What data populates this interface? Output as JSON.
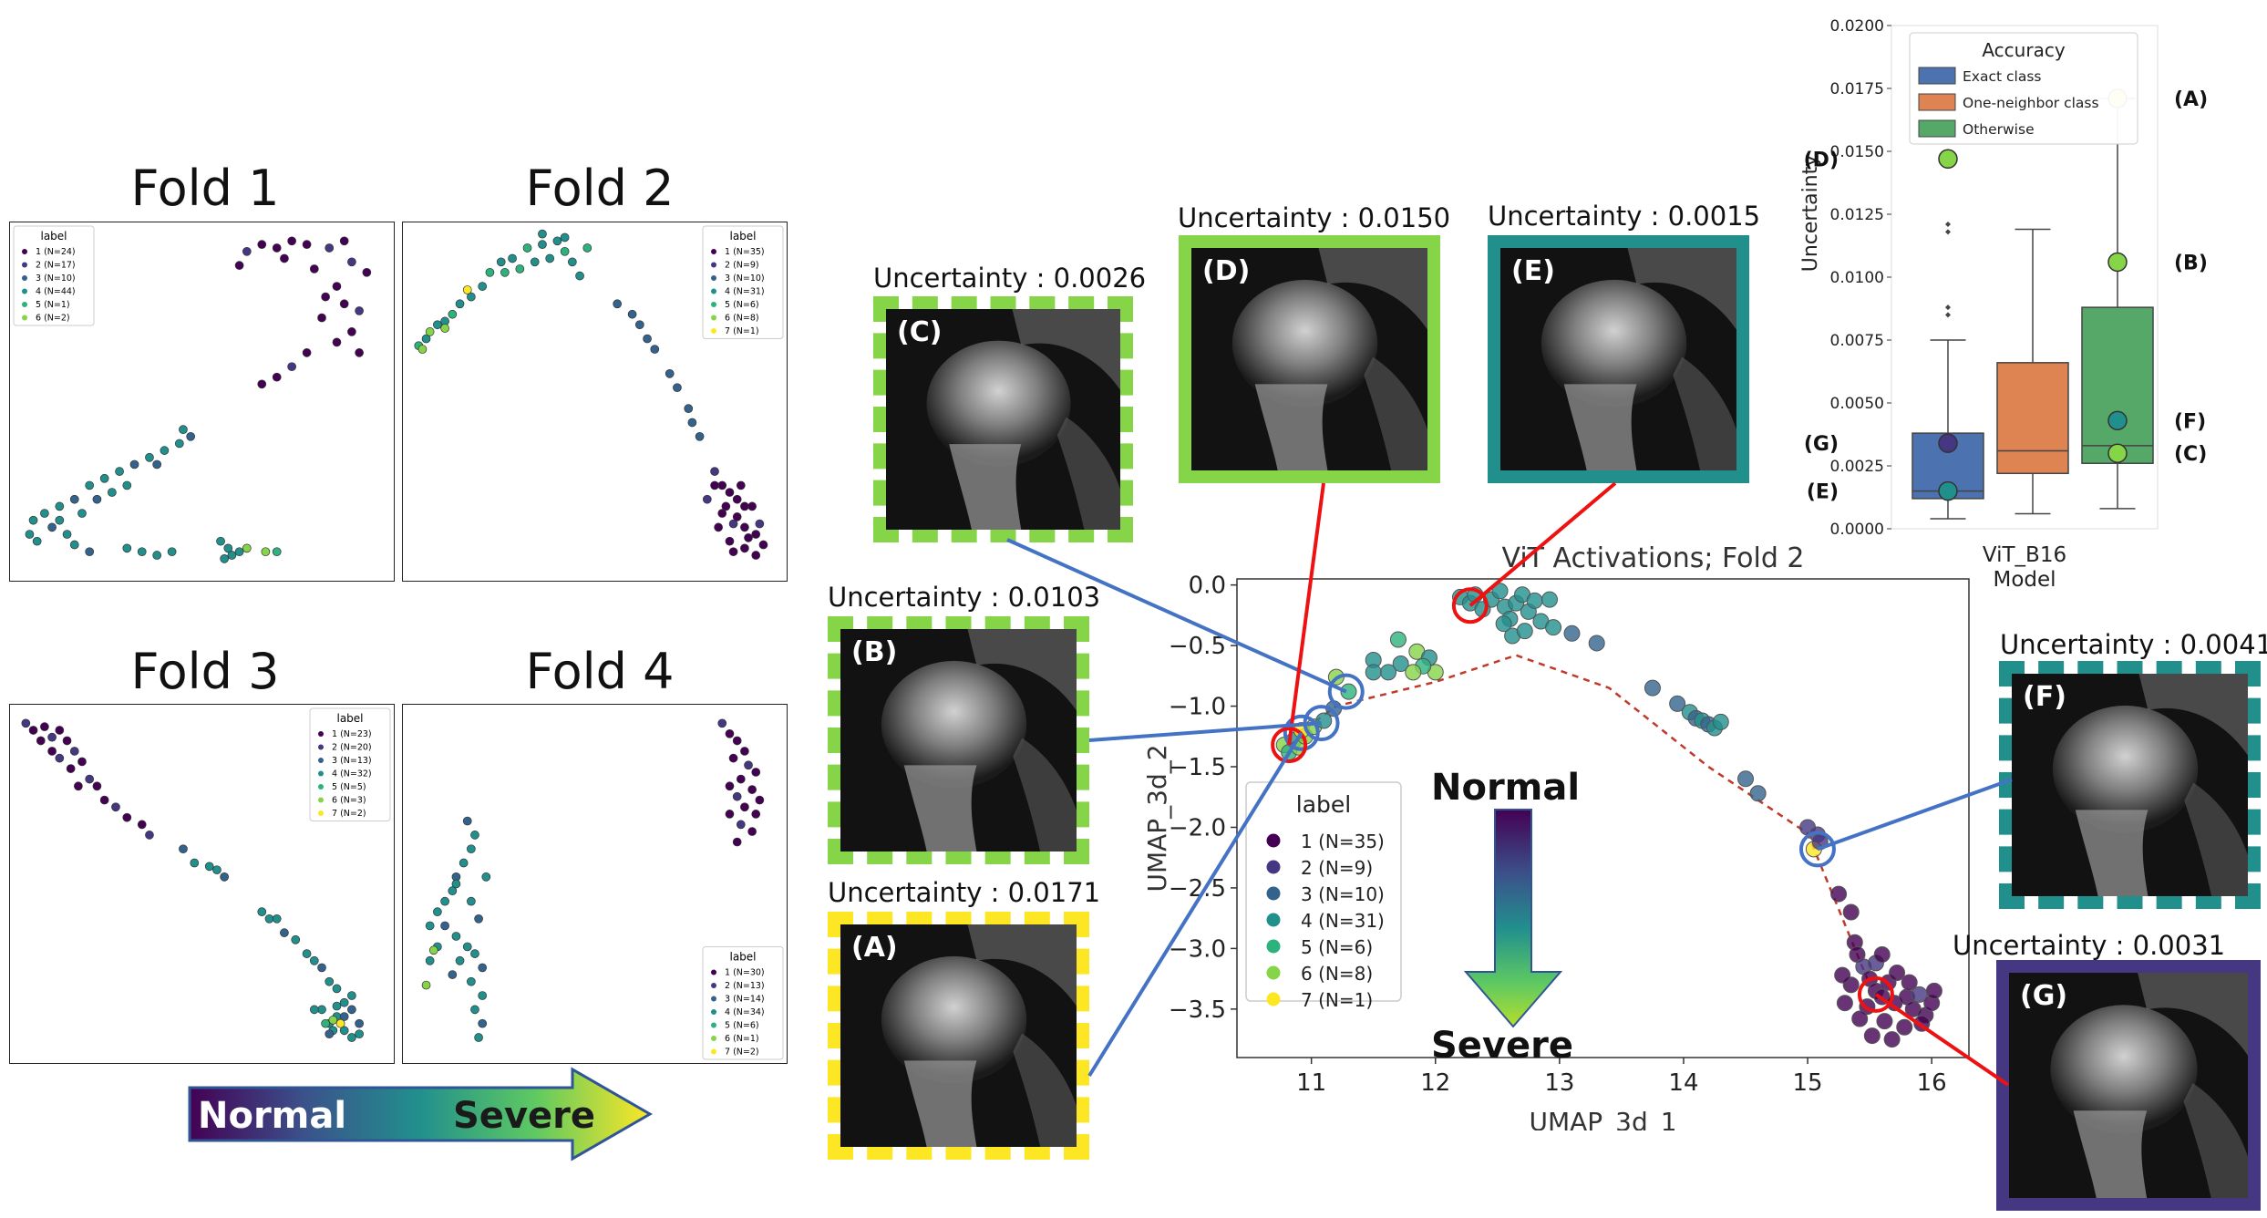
{
  "colors": {
    "viridis": [
      "#440154",
      "#453781",
      "#33638d",
      "#21908d",
      "#2db27d",
      "#86d549",
      "#fde725"
    ],
    "exact": "#4c72b0",
    "neighbor": "#dd8452",
    "otherwise": "#55a868",
    "highlight_red": "#ee1111",
    "highlight_blue": "#4472c4",
    "trend": "#c0392b"
  },
  "folds": [
    {
      "title": "Fold 1",
      "legend_title": "label",
      "legend": [
        "1 (N=24)",
        "2 (N=17)",
        "3 (N=10)",
        "4 (N=44)",
        "5 (N=1)",
        "6 (N=2)"
      ],
      "legend_pos": "top-left"
    },
    {
      "title": "Fold 2",
      "legend_title": "label",
      "legend": [
        "1 (N=35)",
        "2 (N=9)",
        "3 (N=10)",
        "4 (N=31)",
        "5 (N=6)",
        "6 (N=8)",
        "7 (N=1)"
      ],
      "legend_pos": "top-right"
    },
    {
      "title": "Fold 3",
      "legend_title": "label",
      "legend": [
        "1 (N=23)",
        "2 (N=20)",
        "3 (N=13)",
        "4 (N=32)",
        "5 (N=5)",
        "6 (N=3)",
        "7 (N=2)"
      ],
      "legend_pos": "top-right"
    },
    {
      "title": "Fold 4",
      "legend_title": "label",
      "legend": [
        "1 (N=30)",
        "2 (N=13)",
        "3 (N=14)",
        "4 (N=34)",
        "5 (N=6)",
        "6 (N=1)",
        "7 (N=2)"
      ],
      "legend_pos": "bottom-right"
    }
  ],
  "gradient_arrow": {
    "left_label": "Normal",
    "right_label": "Severe"
  },
  "vertical_arrow": {
    "top_label": "Normal",
    "bottom_label": "Severe"
  },
  "thumbnails": [
    {
      "tag": "(C)",
      "uncertainty": "Uncertainty : 0.0026",
      "border": "dashed",
      "color": "#86d549"
    },
    {
      "tag": "(D)",
      "uncertainty": "Uncertainty : 0.0150",
      "border": "solid",
      "color": "#86d549"
    },
    {
      "tag": "(E)",
      "uncertainty": "Uncertainty : 0.0015",
      "border": "solid",
      "color": "#21908d"
    },
    {
      "tag": "(B)",
      "uncertainty": "Uncertainty : 0.0103",
      "border": "dashed",
      "color": "#86d549"
    },
    {
      "tag": "(A)",
      "uncertainty": "Uncertainty : 0.0171",
      "border": "dashed",
      "color": "#fde725"
    },
    {
      "tag": "(F)",
      "uncertainty": "Uncertainty : 0.0041",
      "border": "dashed",
      "color": "#21908d"
    },
    {
      "tag": "(G)",
      "uncertainty": "Uncertainty : 0.0031",
      "border": "solid",
      "color": "#453781"
    }
  ],
  "chart_data": [
    {
      "type": "scatter",
      "title": "ViT Activations; Fold 2",
      "xlabel": "UMAP_3d_1",
      "ylabel": "UMAP_3d_2",
      "xlim": [
        10.4,
        16.3
      ],
      "ylim": [
        -3.9,
        0.05
      ],
      "xticks": [
        11,
        12,
        13,
        14,
        15,
        16
      ],
      "yticks": [
        0.0,
        -0.5,
        -1.0,
        -1.5,
        -2.0,
        -2.5,
        -3.0,
        -3.5
      ],
      "xtick_labels": [
        "11",
        "12",
        "13",
        "14",
        "15",
        "16"
      ],
      "ytick_labels": [
        "0.0",
        "−0.5",
        "−1.0",
        "−1.5",
        "−2.0",
        "−2.5",
        "−3.0",
        "−3.5"
      ],
      "legend_title": "label",
      "legend": [
        "1 (N=35)",
        "2 (N=9)",
        "3 (N=10)",
        "4 (N=31)",
        "5 (N=6)",
        "6 (N=8)",
        "7 (N=1)"
      ],
      "legend_pos": "lower-left",
      "trend_line": [
        [
          10.8,
          -1.3
        ],
        [
          11.2,
          -1.0
        ],
        [
          12.0,
          -0.8
        ],
        [
          12.65,
          -0.58
        ],
        [
          13.4,
          -0.85
        ],
        [
          14.2,
          -1.5
        ],
        [
          15.0,
          -2.05
        ],
        [
          15.5,
          -3.3
        ]
      ],
      "highlights": [
        {
          "tag": "C",
          "x": 11.28,
          "y": -0.88,
          "ring": "blue"
        },
        {
          "tag": "B",
          "x": 11.08,
          "y": -1.14,
          "ring": "blue"
        },
        {
          "tag": "A",
          "x": 10.92,
          "y": -1.22,
          "ring": "blue"
        },
        {
          "tag": "D",
          "x": 10.82,
          "y": -1.32,
          "ring": "red"
        },
        {
          "tag": "E",
          "x": 12.28,
          "y": -0.17,
          "ring": "red"
        },
        {
          "tag": "F",
          "x": 15.08,
          "y": -2.18,
          "ring": "blue"
        },
        {
          "tag": "G",
          "x": 15.55,
          "y": -3.38,
          "ring": "red"
        }
      ],
      "points": [
        [
          10.78,
          -1.32,
          6
        ],
        [
          10.82,
          -1.38,
          5
        ],
        [
          10.86,
          -1.28,
          4
        ],
        [
          10.9,
          -1.34,
          6
        ],
        [
          10.95,
          -1.25,
          6
        ],
        [
          10.92,
          -1.2,
          7
        ],
        [
          11.02,
          -1.17,
          6
        ],
        [
          11.1,
          -1.12,
          4
        ],
        [
          11.18,
          -1.02,
          3
        ],
        [
          11.3,
          -0.88,
          5
        ],
        [
          11.2,
          -0.76,
          6
        ],
        [
          11.5,
          -0.62,
          4
        ],
        [
          11.7,
          -0.45,
          5
        ],
        [
          11.85,
          -0.55,
          6
        ],
        [
          11.95,
          -0.6,
          4
        ],
        [
          12.0,
          -0.72,
          6
        ],
        [
          11.9,
          -0.67,
          5
        ],
        [
          11.72,
          -0.65,
          4
        ],
        [
          11.62,
          -0.72,
          4
        ],
        [
          11.82,
          -0.72,
          6
        ],
        [
          11.5,
          -0.72,
          4
        ],
        [
          12.2,
          -0.1,
          4
        ],
        [
          12.28,
          -0.15,
          4
        ],
        [
          12.32,
          -0.08,
          4
        ],
        [
          12.38,
          -0.2,
          4
        ],
        [
          12.45,
          -0.12,
          4
        ],
        [
          12.52,
          -0.05,
          4
        ],
        [
          12.56,
          -0.18,
          4
        ],
        [
          12.6,
          -0.28,
          4
        ],
        [
          12.65,
          -0.15,
          4
        ],
        [
          12.7,
          -0.08,
          4
        ],
        [
          12.75,
          -0.22,
          4
        ],
        [
          12.8,
          -0.13,
          4
        ],
        [
          12.85,
          -0.3,
          4
        ],
        [
          12.92,
          -0.12,
          4
        ],
        [
          12.62,
          -0.42,
          4
        ],
        [
          12.55,
          -0.32,
          4
        ],
        [
          12.95,
          -0.35,
          4
        ],
        [
          12.72,
          -0.38,
          4
        ],
        [
          13.1,
          -0.4,
          3
        ],
        [
          13.3,
          -0.48,
          3
        ],
        [
          13.75,
          -0.85,
          3
        ],
        [
          13.95,
          -0.98,
          3
        ],
        [
          14.05,
          -1.05,
          4
        ],
        [
          14.1,
          -1.1,
          3
        ],
        [
          14.15,
          -1.12,
          4
        ],
        [
          14.2,
          -1.15,
          3
        ],
        [
          14.25,
          -1.18,
          4
        ],
        [
          14.3,
          -1.13,
          4
        ],
        [
          14.5,
          -1.6,
          3
        ],
        [
          14.6,
          -1.72,
          3
        ],
        [
          15.0,
          -2.0,
          2
        ],
        [
          15.08,
          -2.06,
          2
        ],
        [
          15.05,
          -2.18,
          7
        ],
        [
          15.1,
          -2.12,
          2
        ],
        [
          15.25,
          -2.55,
          1
        ],
        [
          15.35,
          -2.7,
          1
        ],
        [
          15.38,
          -2.95,
          1
        ],
        [
          15.4,
          -3.05,
          1
        ],
        [
          15.45,
          -3.15,
          2
        ],
        [
          15.5,
          -3.25,
          1
        ],
        [
          15.55,
          -3.35,
          1
        ],
        [
          15.6,
          -3.4,
          1
        ],
        [
          15.65,
          -3.28,
          1
        ],
        [
          15.7,
          -3.45,
          1
        ],
        [
          15.8,
          -3.4,
          1
        ],
        [
          15.85,
          -3.5,
          1
        ],
        [
          15.9,
          -3.38,
          2
        ],
        [
          15.95,
          -3.55,
          1
        ],
        [
          16.0,
          -3.45,
          1
        ],
        [
          15.62,
          -3.6,
          1
        ],
        [
          15.48,
          -3.48,
          1
        ],
        [
          15.72,
          -3.2,
          1
        ],
        [
          15.35,
          -3.3,
          1
        ],
        [
          15.42,
          -3.58,
          1
        ],
        [
          15.55,
          -3.12,
          2
        ],
        [
          15.28,
          -3.22,
          1
        ],
        [
          15.78,
          -3.65,
          1
        ],
        [
          15.68,
          -3.75,
          1
        ],
        [
          15.6,
          -3.05,
          1
        ],
        [
          15.82,
          -3.28,
          1
        ],
        [
          15.92,
          -3.62,
          1
        ],
        [
          15.52,
          -3.72,
          1
        ],
        [
          15.3,
          -3.45,
          1
        ],
        [
          16.02,
          -3.35,
          1
        ]
      ]
    },
    {
      "type": "box",
      "xlabel": "ViT_B16\nModel",
      "ylabel": "Uncertainty",
      "ylim": [
        0,
        0.02
      ],
      "yticks": [
        0,
        0.0025,
        0.005,
        0.0075,
        0.01,
        0.0125,
        0.015,
        0.0175,
        0.02
      ],
      "ytick_labels": [
        "0.0000",
        "0.0025",
        "0.0050",
        "0.0075",
        "0.0100",
        "0.0125",
        "0.0150",
        "0.0175",
        "0.0200"
      ],
      "legend_title": "Accuracy",
      "legend_pos": "top-left",
      "series": [
        {
          "name": "Exact class",
          "q1": 0.0012,
          "median": 0.0015,
          "q3": 0.0038,
          "whisker_low": 0.0004,
          "whisker_high": 0.0075,
          "outliers": [
            0.0085,
            0.0088,
            0.0118,
            0.0121
          ]
        },
        {
          "name": "One-neighbor class",
          "q1": 0.0022,
          "median": 0.0031,
          "q3": 0.0066,
          "whisker_low": 0.0006,
          "whisker_high": 0.0119,
          "outliers": []
        },
        {
          "name": "Otherwise",
          "q1": 0.0026,
          "median": 0.0033,
          "q3": 0.0088,
          "whisker_low": 0.0008,
          "whisker_high": 0.0171,
          "outliers": []
        }
      ],
      "markers": [
        {
          "tag": "(A)",
          "group": 2,
          "value": 0.0171,
          "label": "7"
        },
        {
          "tag": "(D)",
          "group": 0,
          "value": 0.0147,
          "label": "6"
        },
        {
          "tag": "(B)",
          "group": 2,
          "value": 0.0106,
          "label": "6"
        },
        {
          "tag": "(F)",
          "group": 2,
          "value": 0.0043,
          "label": "4"
        },
        {
          "tag": "(G)",
          "group": 0,
          "value": 0.0034,
          "label": "2"
        },
        {
          "tag": "(C)",
          "group": 2,
          "value": 0.003,
          "label": "6"
        },
        {
          "tag": "(E)",
          "group": 0,
          "value": 0.0015,
          "label": "4"
        }
      ]
    }
  ]
}
